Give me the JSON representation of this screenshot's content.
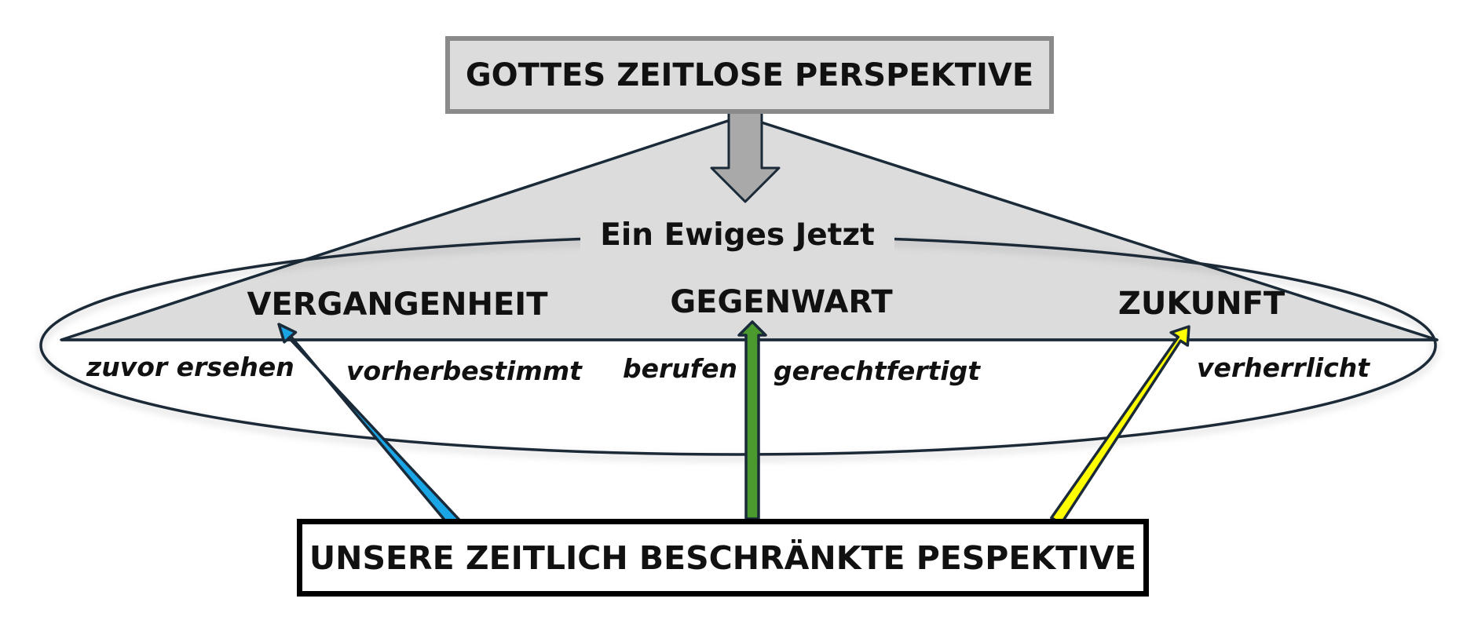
{
  "top_box": {
    "label": "GOTTES ZEITLOSE PERSPEKTIVE"
  },
  "bottom_box": {
    "label": "UNSERE ZEITLICH BESCHRÄNKTE PESPEKTIVE"
  },
  "center_label": "Ein Ewiges Jetzt",
  "periods": [
    {
      "label": "VERGANGENHEIT"
    },
    {
      "label": "GEGENWART"
    },
    {
      "label": "ZUKUNFT"
    }
  ],
  "phases": [
    {
      "label": "zuvor ersehen"
    },
    {
      "label": "vorherbestimmt"
    },
    {
      "label": "berufen"
    },
    {
      "label": "gerechtfertigt"
    },
    {
      "label": "verherrlicht"
    }
  ],
  "colors": {
    "triangle_fill": "#dcdcdc",
    "outline": "#1a2a38",
    "top_box_fill": "#dcdcdc",
    "top_box_border": "#8a8a8a",
    "down_arrow_fill": "#a9a9a9",
    "arrow_past": "#1aa6e6",
    "arrow_present": "#4a9a2e",
    "arrow_future": "#ffff00"
  }
}
